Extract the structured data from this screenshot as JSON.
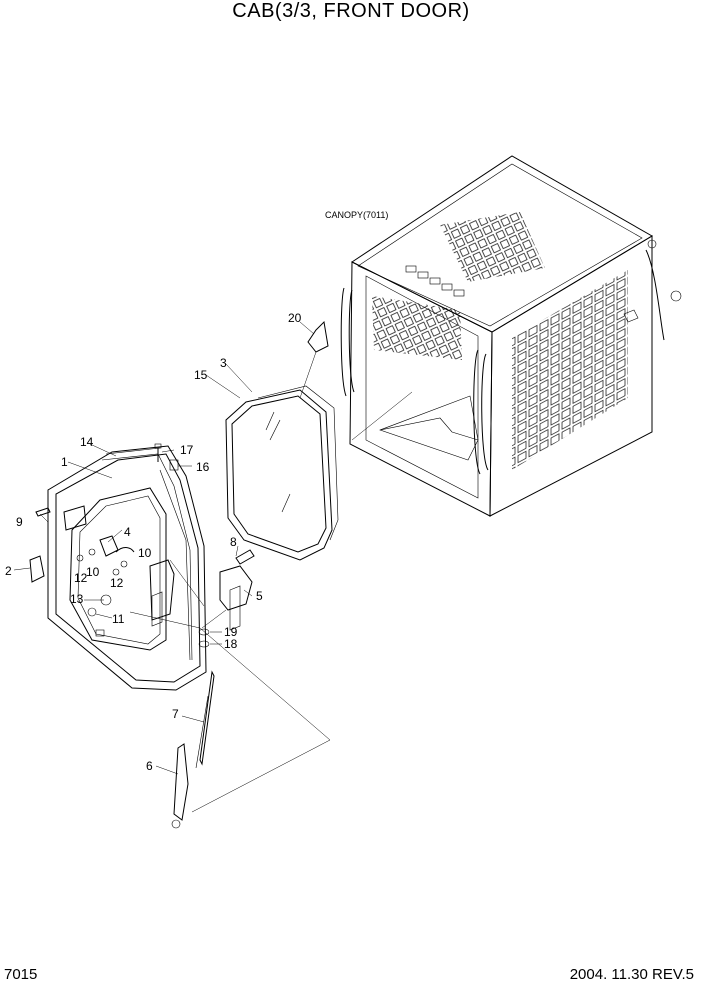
{
  "title": "CAB(3/3, FRONT DOOR)",
  "page_number": "7015",
  "footer_date_rev": "2004. 11.30  REV.5",
  "canopy_label": "CANOPY(7011)",
  "callouts": {
    "c1": "1",
    "c2": "2",
    "c3": "3",
    "c4": "4",
    "c5": "5",
    "c6": "6",
    "c7": "7",
    "c8": "8",
    "c9": "9",
    "c10a": "10",
    "c10b": "10",
    "c11": "11",
    "c12a": "12",
    "c12b": "12",
    "c13": "13",
    "c14": "14",
    "c15": "15",
    "c16": "16",
    "c17": "17",
    "c18": "18",
    "c19": "19",
    "c20": "20"
  }
}
